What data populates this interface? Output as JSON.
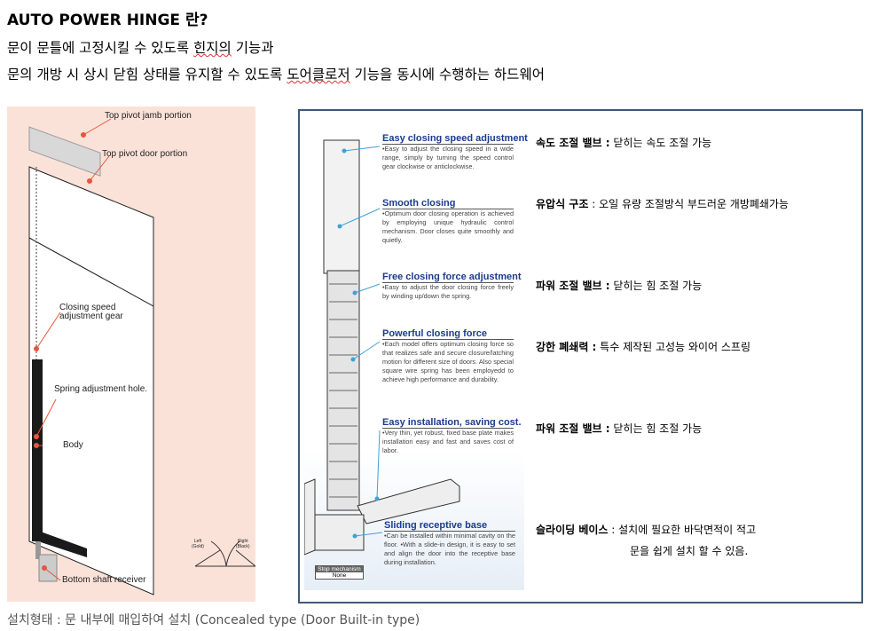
{
  "title": "AUTO POWER HINGE 란?",
  "line1": {
    "a": "문이 문틀에 고정시킬 수 있도록 ",
    "b": "힌지의",
    "c": " 기능과"
  },
  "line2": {
    "a": "문의 개방 시 상시 닫힘 상태를 유지할 수 있도록 ",
    "b": "도어클로저",
    "c": " 기능을 동시에 수행하는 하드웨어"
  },
  "left_diagram": {
    "labels": [
      "Top pivot jamb portion",
      "Top pivot door portion",
      "Closing speed",
      "adjustment gear",
      "Spring adjustment hole.",
      "Body",
      "Bottom shaft receiver",
      "Left",
      "(Gold)",
      "Right",
      "(Black)"
    ],
    "bg": "#fbe2d8",
    "callout_color": "#e8553c"
  },
  "product": {
    "features": [
      {
        "title": "Easy closing speed adjustment",
        "body": "•Easy to adjust the closing speed in a wide range, simply by turning the speed control gear clockwise or anticlockwise."
      },
      {
        "title": "Smooth closing",
        "body": "•Optimum door closing operation is achieved by employing unique hydraulic control mechanism. Door closes quite smoothly and quietly."
      },
      {
        "title": "Free closing force adjustment",
        "body": "•Easy to adjust the door closing force freely by winding up/down the spring."
      },
      {
        "title": "Powerful closing force",
        "body": "•Each model offers optimum closing force so that realizes safe and secure closure/latching motion for different size of doors. Also special square wire spring has been employedd to achieve high performance and durability."
      },
      {
        "title": "Easy installation, saving cost.",
        "body": "•Very thin, yet robust, fixed base plate makes installation easy and fast and saves cost of labor."
      },
      {
        "title": "Sliding receptive base",
        "body": "•Can be installed within minimal cavity on the floor. •With a slide-in design, it is easy to set and align the door into the receptive base during installation."
      }
    ],
    "stop_label": "Stop mechanism",
    "stop_value": "None"
  },
  "right_notes": [
    {
      "bold": "속도 조절 밸브 :",
      "text": " 닫히는 속도 조절 가능"
    },
    {
      "bold": "유압식 구조",
      "text": " : 오일 유량 조절방식 부드러운 개방폐쇄가능"
    },
    {
      "bold": "파워 조절 밸브 :",
      "text": " 닫히는 힘 조절 가능"
    },
    {
      "bold": "강한 폐쇄력 :",
      "text": " 특수 제작된 고성능 와이어 스프링"
    },
    {
      "bold": "파워 조절 밸브 :",
      "text": " 닫히는 힘 조절 가능"
    },
    {
      "bold": "슬라이딩 베이스",
      "text": " : 설치에 필요한 바닥면적이 적고"
    }
  ],
  "right_note_cont": "문을 쉽게 설치 할 수 있음.",
  "footer": "설치형태 : 문 내부에 매입하여 설치 (Concealed type (Door Built-in type)"
}
